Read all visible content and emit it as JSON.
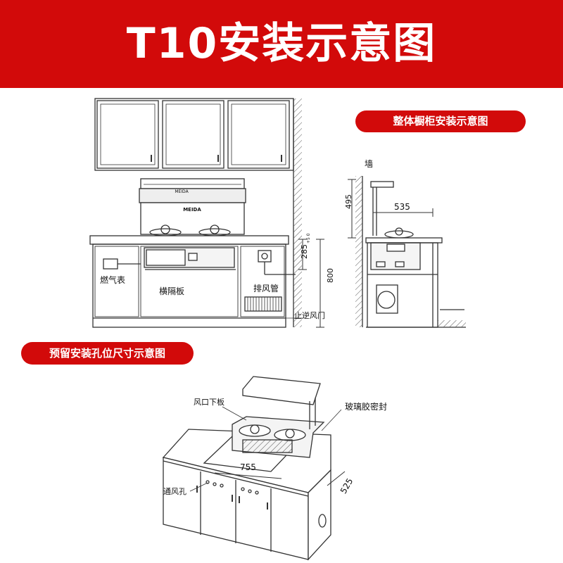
{
  "header": {
    "title": "T10安装示意图",
    "bg_color": "#d20a0a"
  },
  "section1": {
    "title": "整体橱柜安装示意图"
  },
  "section2": {
    "title": "预留安装孔位尺寸示意图"
  },
  "front_view": {
    "brand": "MEIDA",
    "labels": {
      "gas_meter": "燃气表",
      "partition": "横隔板",
      "exhaust_pipe": "排风管",
      "backflow_valve": "止逆风门"
    },
    "dims": {
      "clearance": "285",
      "tolerance": "+5 0",
      "height": "800"
    }
  },
  "side_view": {
    "labels": {
      "wall": "墙"
    },
    "dims": {
      "vertical": "495",
      "depth": "535"
    }
  },
  "iso_view": {
    "labels": {
      "vent_bottom_plate": "风口下板",
      "glass_sealant": "玻璃胶密封",
      "vent_hole": "通风孔"
    },
    "dims": {
      "width": "755",
      "depth": "525"
    }
  }
}
